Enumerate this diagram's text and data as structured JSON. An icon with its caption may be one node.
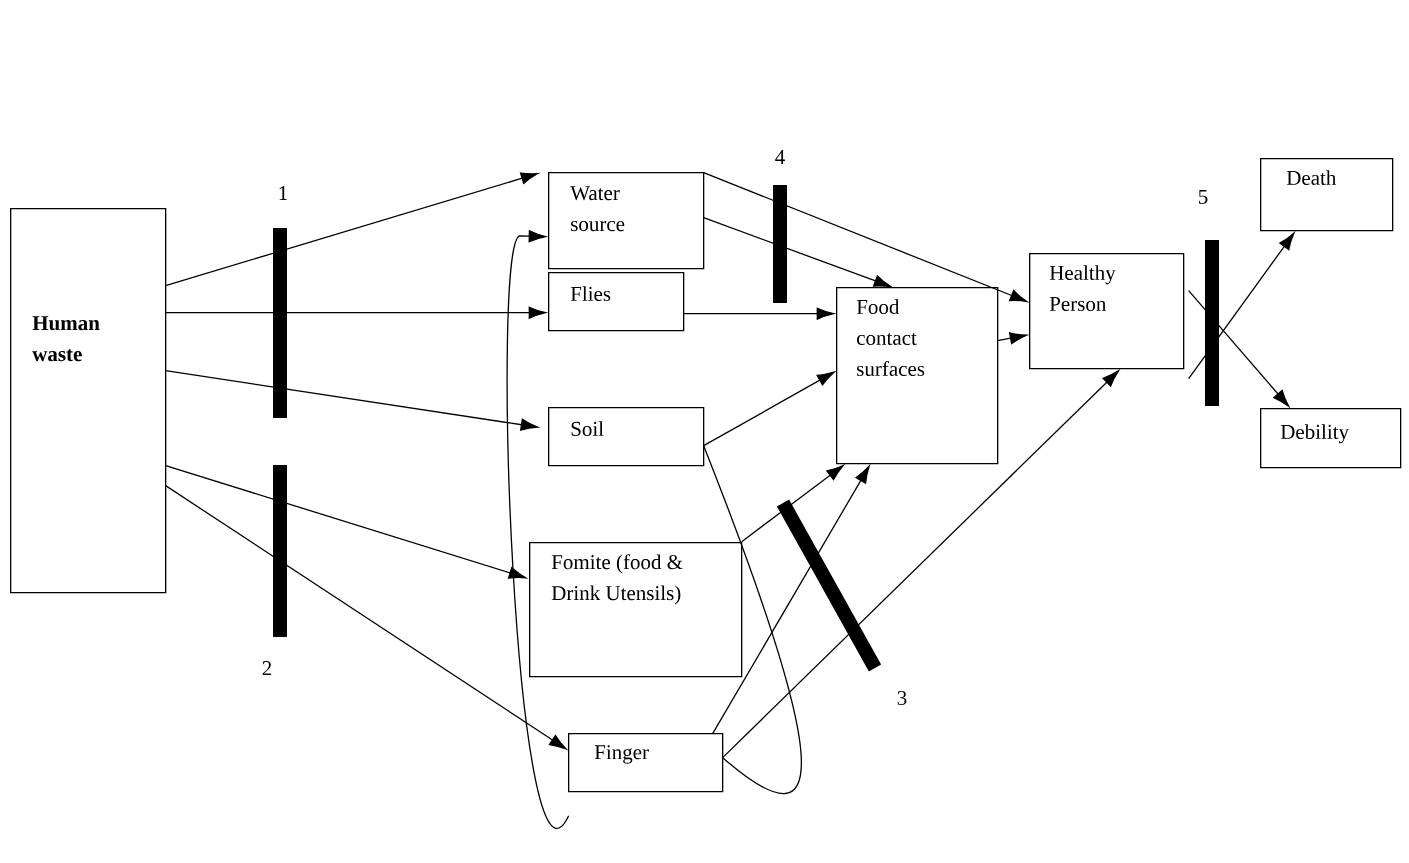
{
  "diagram": {
    "nodes": [
      {
        "text": [
          "Human waste"
        ]
      },
      {
        "text": [
          "Water source"
        ]
      },
      {
        "text": [
          "Flies"
        ]
      },
      {
        "text": [
          "Soil"
        ]
      },
      {
        "text": [
          "Fomite (food & Drink Utensils)"
        ]
      },
      {
        "text": [
          "Finger"
        ]
      },
      {
        "text": [
          "Food contact surfaces"
        ]
      },
      {
        "text": [
          "Healthy Person"
        ]
      },
      {
        "text": [
          "Death"
        ]
      },
      {
        "text": [
          "Debility"
        ]
      }
    ],
    "edges": [
      {
        "from": 0,
        "to": 1,
        "arrow": "to"
      },
      {
        "from": 0,
        "to": 2,
        "arrow": "to"
      },
      {
        "from": 0,
        "to": 3,
        "arrow": "to"
      },
      {
        "from": 0,
        "to": 4,
        "arrow": "to"
      },
      {
        "from": 0,
        "to": 5,
        "arrow": "to"
      },
      {
        "from": 1,
        "to": 6,
        "arrow": "to"
      },
      {
        "from": 1,
        "to": 7,
        "arrow": "to"
      },
      {
        "from": 2,
        "to": 6,
        "arrow": "to"
      },
      {
        "from": 3,
        "to": 6,
        "arrow": "to"
      },
      {
        "from": 4,
        "to": 6,
        "arrow": "to"
      },
      {
        "from": 5,
        "to": 6,
        "arrow": "to"
      },
      {
        "from": 5,
        "to": 7,
        "arrow": "to"
      },
      {
        "from": 3,
        "to": 5,
        "arrow": "none"
      },
      {
        "from": 5,
        "to": 1,
        "arrow": "to"
      },
      {
        "from": 6,
        "to": 7,
        "arrow": "to"
      },
      {
        "from": 7,
        "to": 8,
        "arrow": "to"
      },
      {
        "from": 7,
        "to": 9,
        "arrow": "to"
      }
    ],
    "labels": [
      "1",
      "4",
      "5",
      "2",
      "3"
    ]
  }
}
